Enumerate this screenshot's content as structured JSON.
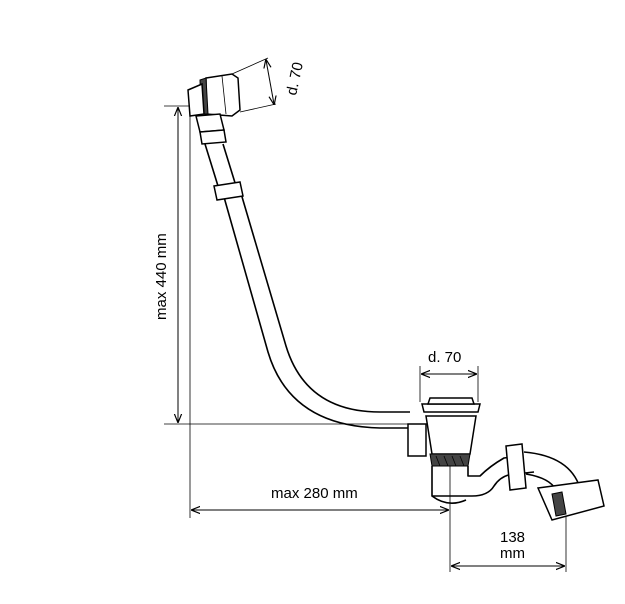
{
  "dimensions": {
    "overflow_diameter": "d. 70",
    "waste_diameter": "d. 70",
    "max_height": "max 440 mm",
    "max_length": "max 280 mm",
    "trap_offset_value": "138",
    "trap_offset_unit": "mm"
  },
  "colors": {
    "line": "#000000",
    "background": "#ffffff"
  }
}
